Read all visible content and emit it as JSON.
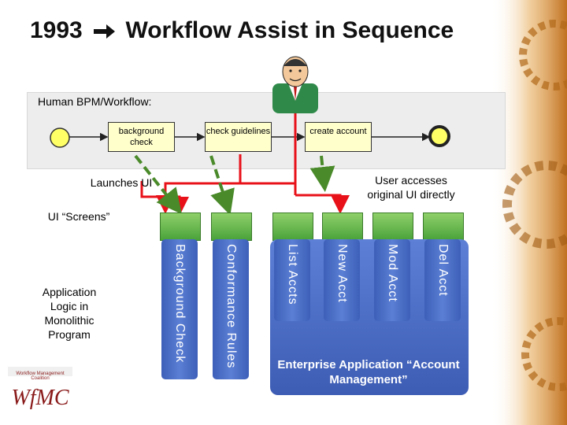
{
  "title": {
    "year": "1993",
    "text": "Workflow Assist in Sequence"
  },
  "bpm": {
    "label": "Human BPM/Workflow:",
    "tasks": [
      "background check",
      "check guidelines",
      "create account"
    ]
  },
  "annotations": {
    "launches": "Launches UI",
    "accesses": "User accesses original UI directly",
    "screens": "UI “Screens”",
    "app_logic": "Application Logic in Monolithic Program"
  },
  "modules": {
    "background_check": "Background Check",
    "conformance_rules": "Conformance Rules",
    "list_accts": "List Accts",
    "new_acct": "New Acct",
    "mod_acct": "Mod Acct",
    "del_acct": "Del Acct"
  },
  "enterprise_label": "Enterprise Application “Account Management”",
  "logo": {
    "text": "WfMC",
    "small_text": "Workflow Management Coalition"
  },
  "colors": {
    "arrow_red": "#e8111a",
    "arrow_green": "#4a8a2a",
    "column_blue": "#4a6cc8",
    "task_fill": "#ffffcc"
  }
}
